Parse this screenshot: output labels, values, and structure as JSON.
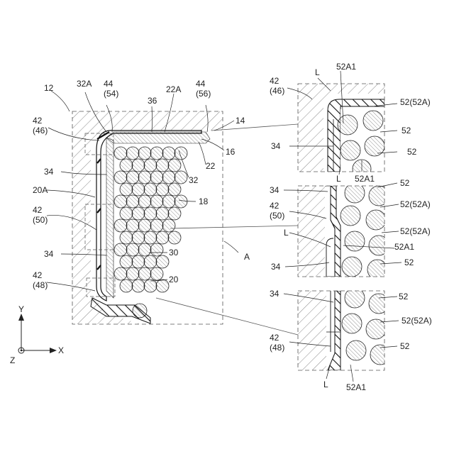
{
  "labels": {
    "ref_12": "12",
    "ref_32A": "32A",
    "ref_44_54": "44\n(54)",
    "ref_22A": "22A",
    "ref_36": "36",
    "ref_44_56": "44\n(56)",
    "ref_14": "14",
    "ref_42_46": "42\n(46)",
    "ref_16": "16",
    "ref_22": "22",
    "ref_32": "32",
    "ref_34_a": "34",
    "ref_20A": "20A",
    "ref_18": "18",
    "ref_42_50": "42\n(50)",
    "ref_34_b": "34",
    "ref_30": "30",
    "ref_A": "A",
    "ref_42_48": "42\n(48)",
    "ref_20": "20",
    "axis_y": "Y",
    "axis_x": "X",
    "axis_z": "Z",
    "d1_42_46": "42\n(46)",
    "d1_L_top": "L",
    "d1_52A1_top": "52A1",
    "d1_52_52A": "52(52A)",
    "d1_34": "34",
    "d1_52_a": "52",
    "d1_52_b": "52",
    "d1_L_bot": "L",
    "d1_52A1_bot": "52A1",
    "d2_34_top": "34",
    "d2_52_top": "52",
    "d2_42_50": "42\n(50)",
    "d2_52_52A_a": "52(52A)",
    "d2_L": "L",
    "d2_52_52A_b": "52(52A)",
    "d2_52A1": "52A1",
    "d2_34_bot": "34",
    "d2_52_bot": "52",
    "d3_34": "34",
    "d3_52_top": "52",
    "d3_52_52A": "52(52A)",
    "d3_42_48": "42\n(48)",
    "d3_52_bot": "52",
    "d3_L": "L",
    "d3_52A1": "52A1"
  }
}
